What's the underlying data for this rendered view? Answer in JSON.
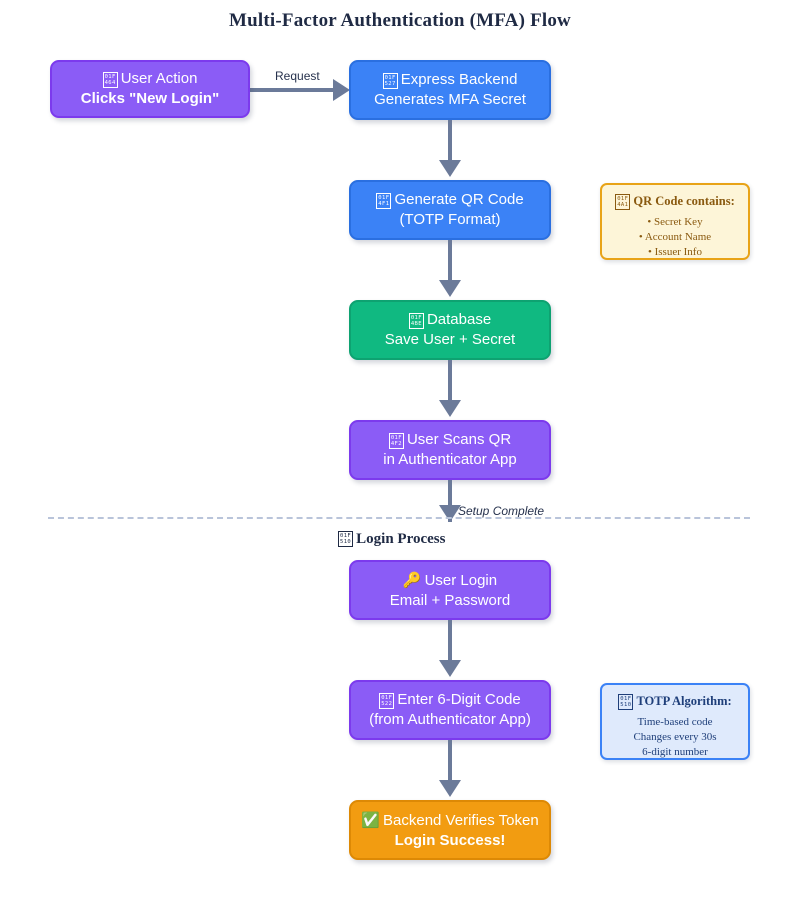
{
  "title": "Multi-Factor Authentication (MFA) Flow",
  "colors": {
    "purple": "#8b5cf6",
    "blue": "#3b82f6",
    "green": "#10b981",
    "orange": "#f29c11",
    "connector": "#6b7a99",
    "title_text": "#1f2a44",
    "divider": "#b9c4da"
  },
  "nodes": {
    "user_action": {
      "icon": "user-silhouette-icon",
      "icon_code": "01F464",
      "line1": "User Action",
      "line2": "Clicks \"New Login\""
    },
    "express_backend": {
      "icon": "wrench-icon",
      "icon_code": "01F527",
      "line1": "Express Backend",
      "line2": "Generates MFA Secret"
    },
    "generate_qr": {
      "icon": "mobile-phone-icon",
      "icon_code": "01F4F1",
      "line1": "Generate QR Code",
      "line2": "(TOTP Format)"
    },
    "database": {
      "icon": "floppy-disk-icon",
      "icon_code": "01F4BE",
      "line1": "Database",
      "line2": "Save User + Secret"
    },
    "user_scans": {
      "icon": "mobile-phone-with-arrow-icon",
      "icon_code": "01F4F2",
      "line1": "User Scans QR",
      "line2": "in Authenticator App"
    },
    "user_login": {
      "icon": "key-icon",
      "icon_glyph": "🔑",
      "line1": "User Login",
      "line2": "Email + Password"
    },
    "enter_code": {
      "icon": "input-numbers-icon",
      "icon_code": "01F522",
      "line1": "Enter 6-Digit Code",
      "line2": "(from Authenticator App)"
    },
    "verify_token": {
      "icon": "check-mark-icon",
      "icon_glyph": "✅",
      "line1": "Backend Verifies Token",
      "line2": "Login Success!"
    }
  },
  "edges": {
    "request_label": "Request",
    "setup_complete_label": "Setup Complete"
  },
  "phase": {
    "icon": "closed-lock-with-key-icon",
    "icon_code": "01F510",
    "label": "Login Process"
  },
  "notes": {
    "qr": {
      "icon": "light-bulb-icon",
      "icon_code": "01F4A1",
      "title": "QR Code contains:",
      "items": [
        "• Secret Key",
        "• Account Name",
        "• Issuer Info"
      ]
    },
    "totp": {
      "icon": "closed-lock-with-key-icon",
      "icon_code": "01F510",
      "title": "TOTP Algorithm:",
      "items": [
        "Time-based code",
        "Changes every 30s",
        "6-digit number"
      ]
    }
  }
}
